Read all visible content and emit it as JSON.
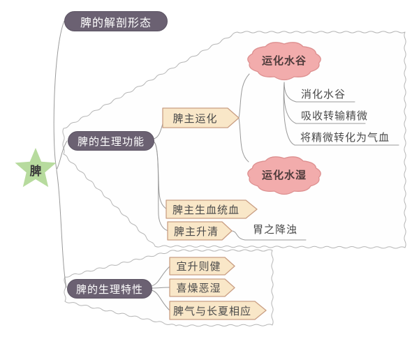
{
  "title": "脾 mind map",
  "nodes": {
    "root": "脾",
    "anatomy": "脾的解剖形态",
    "physiology": "脾的生理功能",
    "characteristics": "脾的生理特性",
    "transport": "脾主运化",
    "grain": "运化水谷",
    "digest": "消化水谷",
    "absorb": "吸收转输精微",
    "convert": "将精微转化为气血",
    "dampness": "运化水湿",
    "blood": "脾主生血统血",
    "ascending": "脾主升清",
    "stomach": "胃之降浊",
    "rise": "宜升则健",
    "dryness": "喜燥恶湿",
    "summer": "脾气与长夏相应"
  },
  "colors": {
    "topic_fill": "#6b6172",
    "topic_border": "#5c5463",
    "topic_text": "#ffffff",
    "banner_fill": "#f9e7c8",
    "banner_border": "#c99e83",
    "cloud_fill": "#f2acac",
    "cloud_border": "#dd9090",
    "cloud_text": "#4e3b3b",
    "star_fill": "#b7db9e",
    "line": "#999999",
    "container_border": "#b5b5b5",
    "container_fill": "#fefefe",
    "text_dark": "#4a4a4a"
  }
}
